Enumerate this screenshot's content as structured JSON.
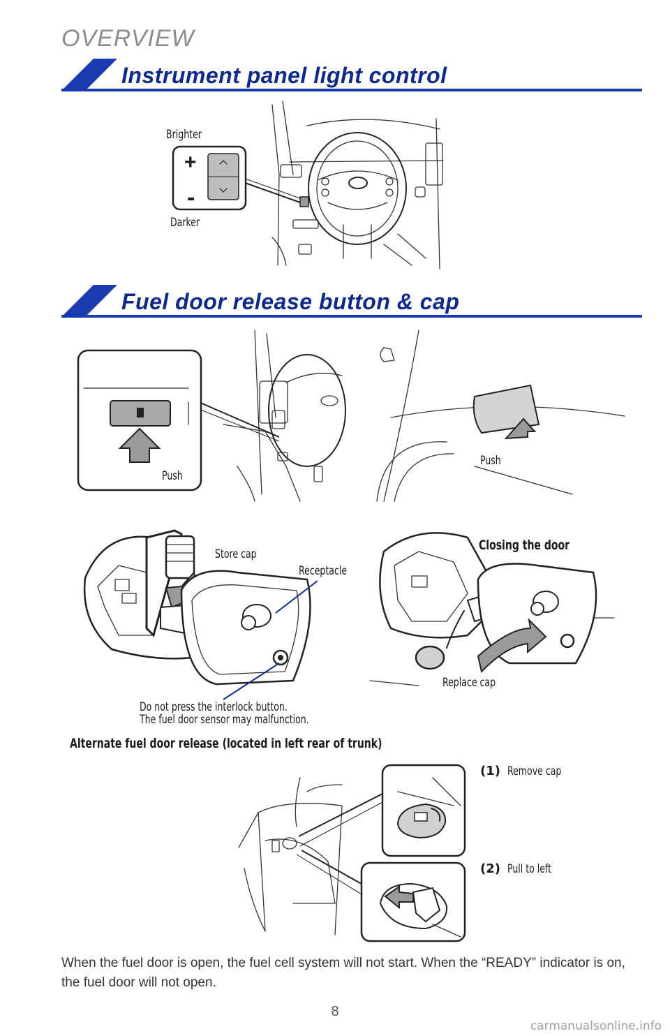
{
  "page": {
    "section": "OVERVIEW",
    "page_number": "8",
    "watermark": "carmanualsonline.info"
  },
  "instrument_panel": {
    "title": "Instrument panel light control",
    "brighter": "Brighter",
    "darker": "Darker",
    "plus_sign": "+",
    "minus_sign": "-"
  },
  "fuel_door": {
    "title": "Fuel door release button & cap",
    "push_left": "Push",
    "push_right": "Push",
    "store_cap": "Store cap",
    "receptacle": "Receptacle",
    "closing_the_door": "Closing the door",
    "replace_cap": "Replace cap",
    "warning_line1": "Do not press the interlock button.",
    "warning_line2": "The fuel door sensor may malfunction.",
    "alternate_heading": "Alternate fuel door release (located in left rear of trunk)",
    "step1_num": "(1)",
    "step1_text": "Remove cap",
    "step2_num": "(2)",
    "step2_text": "Pull to left"
  },
  "note": "When the fuel door is open, the fuel cell system will not start. When the “READY” indicator is on, the fuel door will not open.",
  "colors": {
    "accent_blue": "#0d2a8a",
    "section_bar": "#1a3bb0",
    "gray_overview": "#8a8d90",
    "arrow_gray": "#9a9a9a"
  }
}
